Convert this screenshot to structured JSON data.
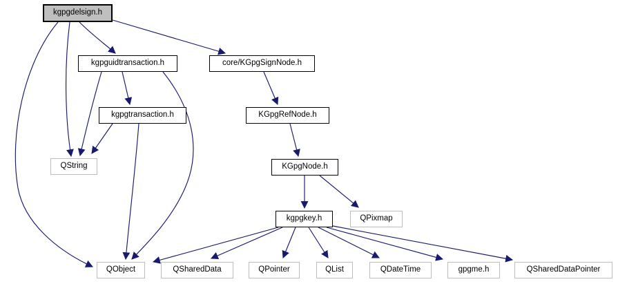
{
  "graph": {
    "title": "include dependency graph for kgpgdelsign.h",
    "colors": {
      "edge": "#191970",
      "current_fill": "#bfbfbf",
      "node_border": "#000000",
      "external_border": "#bebebe",
      "text": "#000000",
      "background": "#ffffff"
    },
    "nodes": {
      "kgpgdelsign": {
        "label": "kgpgdelsign.h",
        "type": "current"
      },
      "kgpguidtransaction": {
        "label": "kgpguidtransaction.h",
        "type": "internal"
      },
      "kgpgsignnode": {
        "label": "core/KGpgSignNode.h",
        "type": "internal"
      },
      "kgpgtransaction": {
        "label": "kgpgtransaction.h",
        "type": "internal"
      },
      "kgpgrefnode": {
        "label": "KGpgRefNode.h",
        "type": "internal"
      },
      "qstring": {
        "label": "QString",
        "type": "external"
      },
      "kgpgnode": {
        "label": "KGpgNode.h",
        "type": "internal"
      },
      "kgpgkey": {
        "label": "kgpgkey.h",
        "type": "internal"
      },
      "qpixmap": {
        "label": "QPixmap",
        "type": "external"
      },
      "qobject": {
        "label": "QObject",
        "type": "external"
      },
      "qshareddata": {
        "label": "QSharedData",
        "type": "external"
      },
      "qpointer": {
        "label": "QPointer",
        "type": "external"
      },
      "qlist": {
        "label": "QList",
        "type": "external"
      },
      "qdatetime": {
        "label": "QDateTime",
        "type": "external"
      },
      "gpgme": {
        "label": "gpgme.h",
        "type": "external"
      },
      "qshareddatapointer": {
        "label": "QSharedDataPointer",
        "type": "external"
      }
    },
    "edges": [
      {
        "from": "kgpgdelsign",
        "to": "kgpguidtransaction"
      },
      {
        "from": "kgpgdelsign",
        "to": "kgpgsignnode"
      },
      {
        "from": "kgpgdelsign",
        "to": "qstring"
      },
      {
        "from": "kgpgdelsign",
        "to": "qobject"
      },
      {
        "from": "kgpguidtransaction",
        "to": "kgpgtransaction"
      },
      {
        "from": "kgpguidtransaction",
        "to": "qstring"
      },
      {
        "from": "kgpguidtransaction",
        "to": "qobject"
      },
      {
        "from": "kgpgtransaction",
        "to": "qstring"
      },
      {
        "from": "kgpgtransaction",
        "to": "qobject"
      },
      {
        "from": "kgpgsignnode",
        "to": "kgpgrefnode"
      },
      {
        "from": "kgpgrefnode",
        "to": "kgpgnode"
      },
      {
        "from": "kgpgnode",
        "to": "kgpgkey"
      },
      {
        "from": "kgpgnode",
        "to": "qpixmap"
      },
      {
        "from": "kgpgkey",
        "to": "qobject"
      },
      {
        "from": "kgpgkey",
        "to": "qshareddata"
      },
      {
        "from": "kgpgkey",
        "to": "qpointer"
      },
      {
        "from": "kgpgkey",
        "to": "qlist"
      },
      {
        "from": "kgpgkey",
        "to": "qdatetime"
      },
      {
        "from": "kgpgkey",
        "to": "gpgme"
      },
      {
        "from": "kgpgkey",
        "to": "qshareddatapointer"
      }
    ]
  }
}
